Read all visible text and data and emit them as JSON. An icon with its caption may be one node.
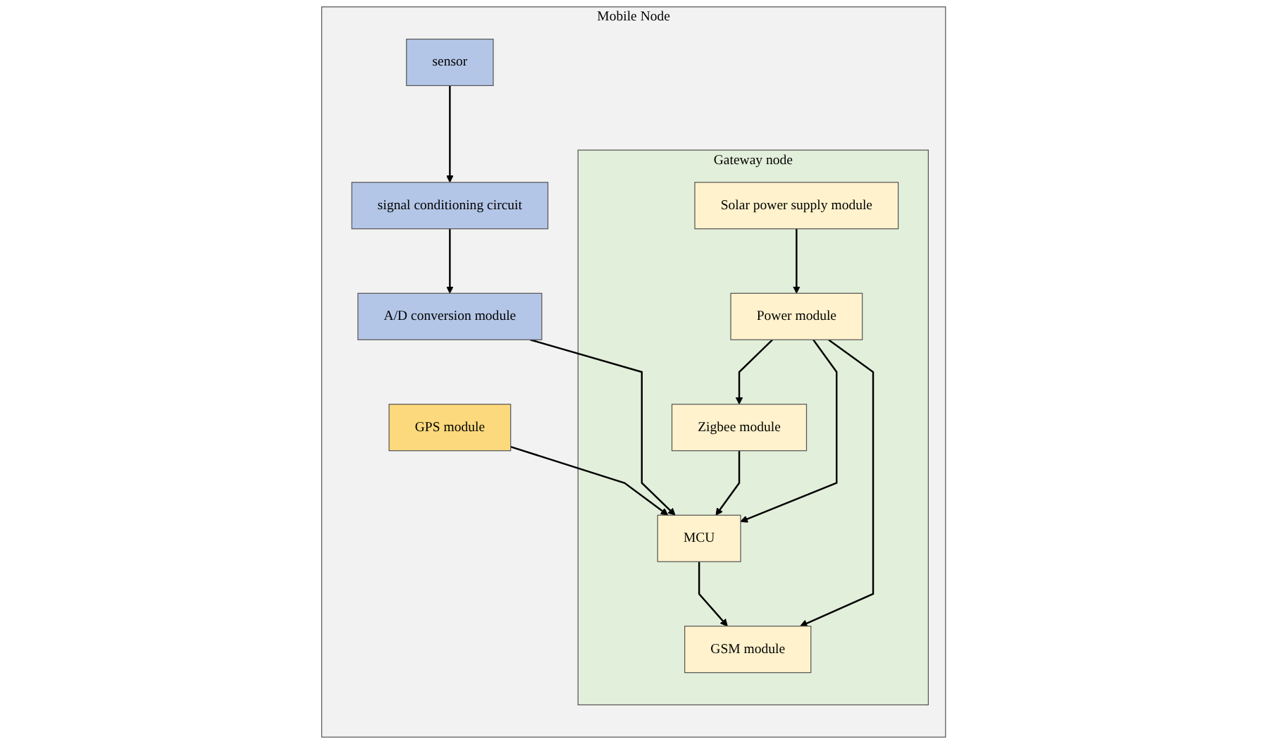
{
  "diagram": {
    "nodes": [
      {
        "text": [
          "Mobile Node"
        ]
      },
      {
        "text": [
          "GPS module"
        ],
        "in": 0
      },
      {
        "text": [
          "Gateway node"
        ],
        "in": 0
      },
      {
        "text": [
          "Zigbee module"
        ],
        "in": 2
      },
      {
        "text": [
          "MCU"
        ],
        "in": 2
      },
      {
        "text": [
          "GSM module"
        ],
        "in": 2
      },
      {
        "text": [
          "Power module"
        ],
        "in": 2
      },
      {
        "text": [
          "Solar power supply module"
        ],
        "in": 2
      },
      {
        "text": [
          "A/D conversion module"
        ],
        "in": 0
      },
      {
        "text": [
          "signal conditioning circuit"
        ],
        "in": 0
      },
      {
        "text": [
          "sensor"
        ],
        "in": 0
      }
    ],
    "edges": [
      {
        "from": 1,
        "to": 4,
        "arrow": "to"
      },
      {
        "from": 8,
        "to": 4,
        "arrow": "to"
      },
      {
        "from": 10,
        "to": 9,
        "arrow": "to"
      },
      {
        "from": 9,
        "to": 8,
        "arrow": "to"
      },
      {
        "from": 3,
        "to": 4,
        "arrow": "to"
      },
      {
        "from": 4,
        "to": 5,
        "arrow": "to"
      },
      {
        "from": 6,
        "to": 3,
        "arrow": "to"
      },
      {
        "from": 6,
        "to": 4,
        "arrow": "to"
      },
      {
        "from": 6,
        "to": 5,
        "arrow": "to"
      },
      {
        "from": 7,
        "to": 6,
        "arrow": "to"
      }
    ]
  }
}
